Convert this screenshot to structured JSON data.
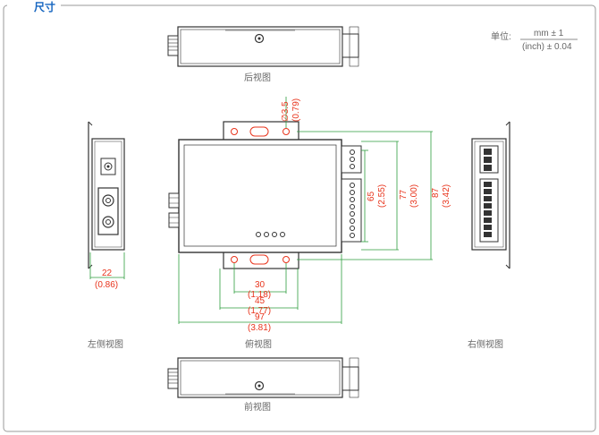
{
  "header": {
    "title": "尺寸"
  },
  "unit": {
    "label": "单位:",
    "numerator": "mm ± 1",
    "denominator": "(inch) ± 0.04"
  },
  "views": {
    "rear": "后视图",
    "left": "左侧视图",
    "top": "俯视图",
    "right": "右侧视图",
    "front": "前视图"
  },
  "dimensions": {
    "hole": {
      "value": "∅3.5",
      "inch": "(0.79)"
    },
    "side_depth": {
      "value": "22",
      "inch": "(0.86)"
    },
    "width_mount": {
      "value": "30",
      "inch": "(1.18)"
    },
    "width_mid": {
      "value": "45",
      "inch": "(1.77)"
    },
    "width_total": {
      "value": "97",
      "inch": "(3.81)"
    },
    "height_body": {
      "value": "65",
      "inch": "(2.55)"
    },
    "height_mid": {
      "value": "77",
      "inch": "(3.00)"
    },
    "height_total": {
      "value": "87",
      "inch": "(3.42)"
    }
  },
  "colors": {
    "accent": "#1565c0",
    "dimension": "#e8341c",
    "green_line": "#2e9e3e",
    "frame": "#9a9a9a",
    "device": "#333333"
  }
}
